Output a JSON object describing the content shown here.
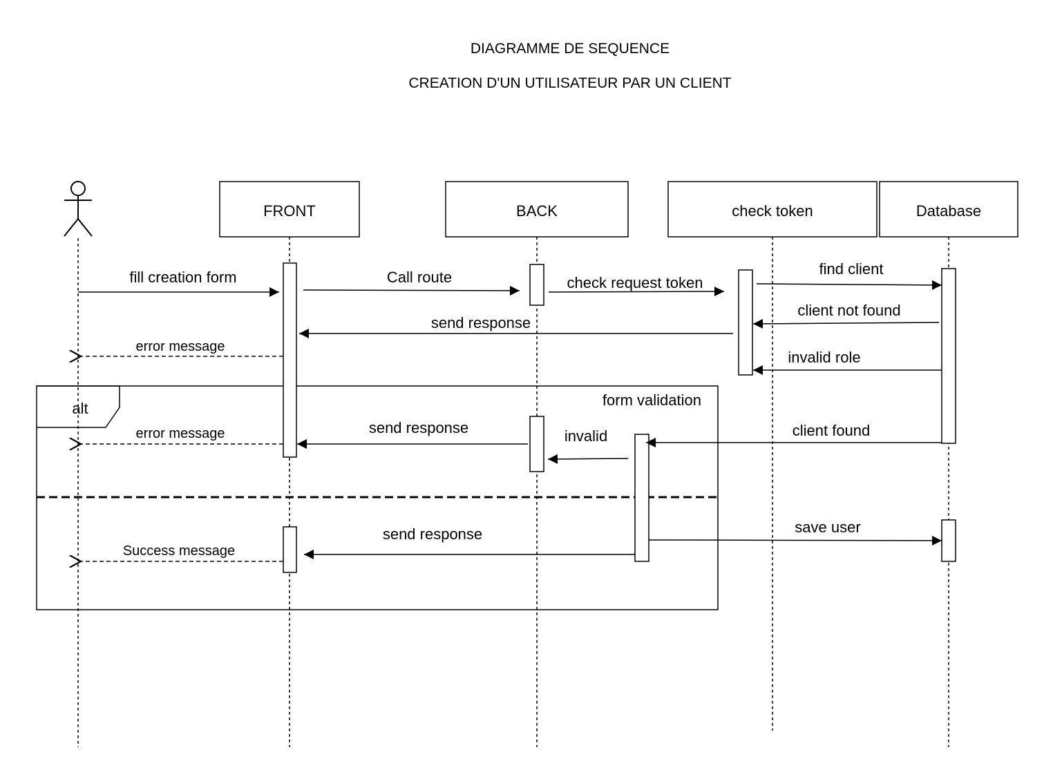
{
  "title": {
    "line1": "DIAGRAMME DE SEQUENCE",
    "line2": "CREATION D'UN UTILISATEUR PAR UN CLIENT"
  },
  "participants": [
    {
      "id": "front",
      "label": "FRONT"
    },
    {
      "id": "back",
      "label": "BACK"
    },
    {
      "id": "check-token",
      "label": "check token"
    },
    {
      "id": "database",
      "label": "Database"
    }
  ],
  "fragment": {
    "operator": "alt",
    "guard": "form validation"
  },
  "messages": [
    {
      "label": "fill creation form",
      "type": "sync"
    },
    {
      "label": "Call route",
      "type": "sync"
    },
    {
      "label": "check request token",
      "type": "sync"
    },
    {
      "label": "find client",
      "type": "sync"
    },
    {
      "label": "client not found",
      "type": "sync"
    },
    {
      "label": "send response",
      "type": "sync"
    },
    {
      "label": "error message",
      "type": "return"
    },
    {
      "label": "invalid role",
      "type": "sync"
    },
    {
      "label": "client found",
      "type": "sync"
    },
    {
      "label": "invalid",
      "type": "sync"
    },
    {
      "label": "send response",
      "type": "sync"
    },
    {
      "label": "error message",
      "type": "return"
    },
    {
      "label": "save user",
      "type": "sync"
    },
    {
      "label": "send response",
      "type": "sync"
    },
    {
      "label": "Success message",
      "type": "return"
    }
  ]
}
